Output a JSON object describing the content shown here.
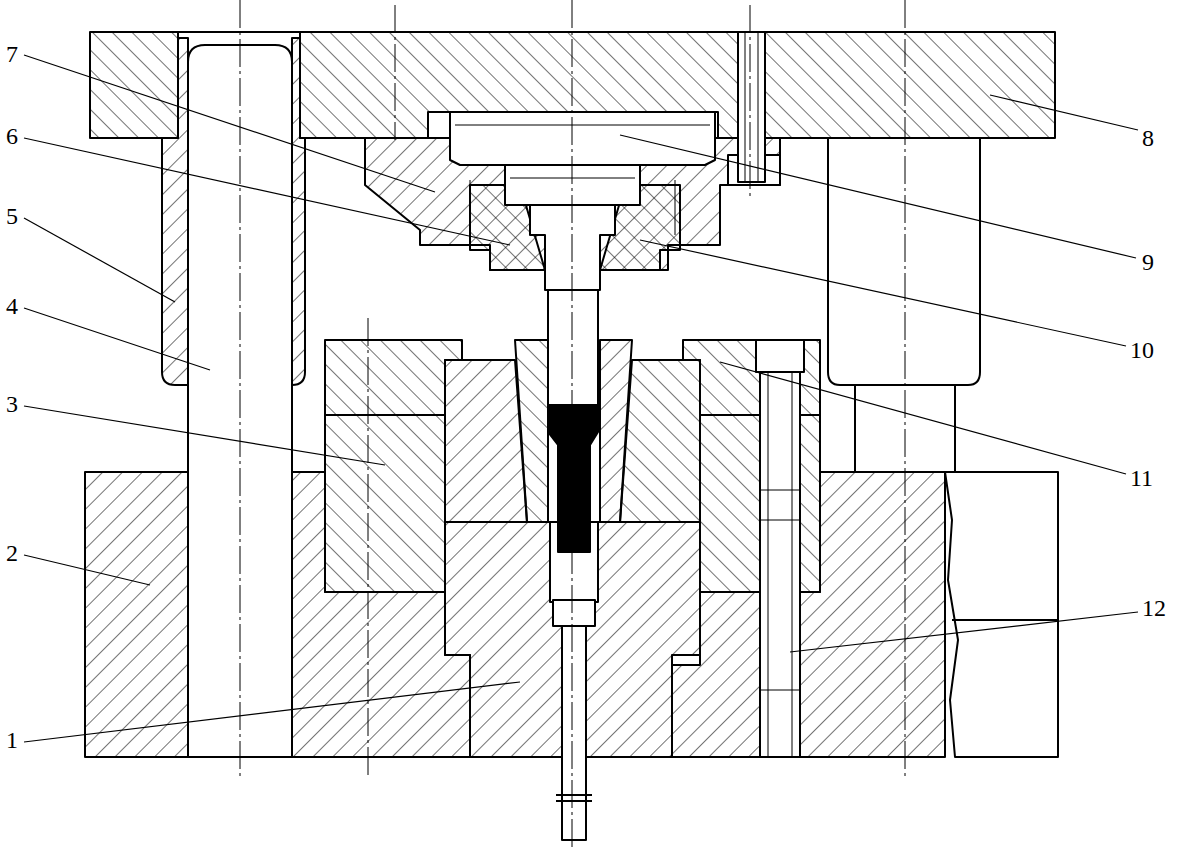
{
  "diagram": {
    "labels": [
      "7",
      "6",
      "5",
      "4",
      "3",
      "2",
      "1",
      "8",
      "9",
      "10",
      "11",
      "12"
    ]
  }
}
